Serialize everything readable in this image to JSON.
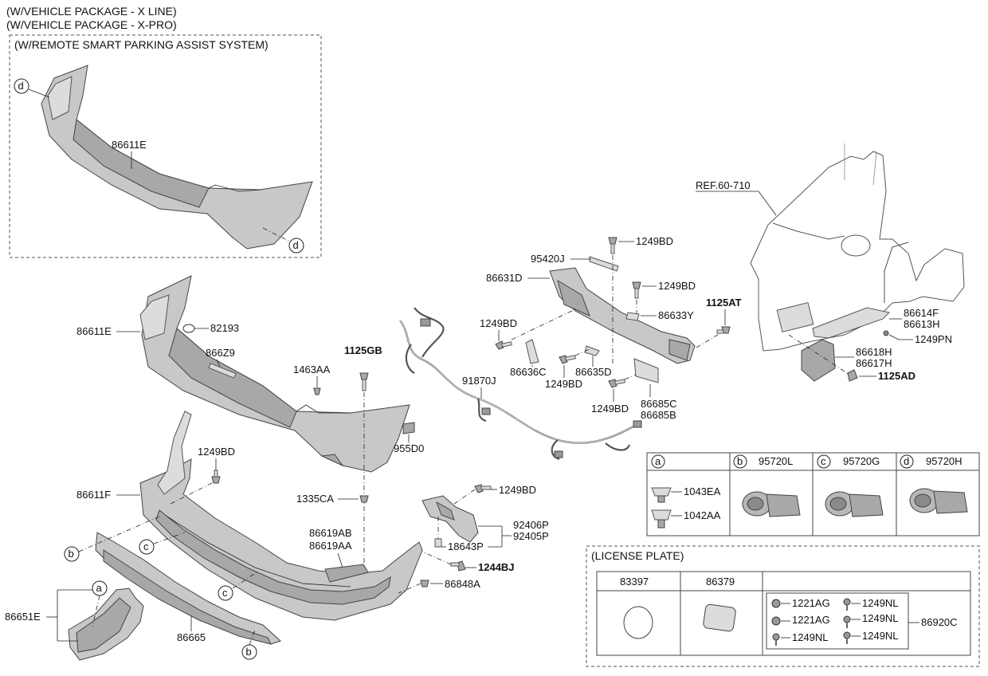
{
  "header": {
    "line1": "(W/VEHICLE PACKAGE - X LINE)",
    "line2": "(W/VEHICLE PACKAGE - X-PRO)",
    "inset_title": "(W/REMOTE SMART PARKING ASSIST SYSTEM)"
  },
  "inset": {
    "bumper_label": "86611E",
    "callout_top": "d",
    "callout_bottom": "d"
  },
  "ref_label": "REF.60-710",
  "labels": {
    "p86611E": "86611E",
    "p82193": "82193",
    "p866Z9": "866Z9",
    "p1463AA": "1463AA",
    "p1125GB": "1125GB",
    "p91870J": "91870J",
    "p955D0": "955D0",
    "p1249BD_a": "1249BD",
    "p86611F": "86611F",
    "p1335CA": "1335CA",
    "p1249BD_b": "1249BD",
    "p92406P": "92406P",
    "p92405P": "92405P",
    "p18643P": "18643P",
    "p86619AB": "86619AB",
    "p86619AA": "86619AA",
    "p1244BJ": "1244BJ",
    "p86848A": "86848A",
    "p86651E": "86651E",
    "p86665": "86665",
    "p95420J": "95420J",
    "p1249BD_c": "1249BD",
    "p86631D": "86631D",
    "p1249BD_d": "1249BD",
    "p1125AT": "1125AT",
    "p86633Y": "86633Y",
    "p1249BD_e": "1249BD",
    "p86636C": "86636C",
    "p86635D": "86635D",
    "p1249BD_f": "1249BD",
    "p1249BD_g": "1249BD",
    "p86685C": "86685C",
    "p86685B": "86685B",
    "p86614F": "86614F",
    "p86613H": "86613H",
    "p1249PN": "1249PN",
    "p86618H": "86618H",
    "p86617H": "86617H",
    "p1125AD": "1125AD"
  },
  "callouts": {
    "a": "a",
    "b": "b",
    "c": "c",
    "d": "d"
  },
  "sensor_table": {
    "col_a": {
      "letter": "a",
      "items": [
        "1043EA",
        "1042AA"
      ]
    },
    "col_b": {
      "letter": "b",
      "part": "95720L"
    },
    "col_c": {
      "letter": "c",
      "part": "95720G"
    },
    "col_d": {
      "letter": "d",
      "part": "95720H"
    }
  },
  "license_plate": {
    "title": "(LICENSE PLATE)",
    "col1": "83397",
    "col2": "86379",
    "kit": [
      "1221AG",
      "1249NL",
      "1221AG",
      "1249NL",
      "1249NL",
      "1249NL"
    ],
    "kit_part": "86920C"
  }
}
